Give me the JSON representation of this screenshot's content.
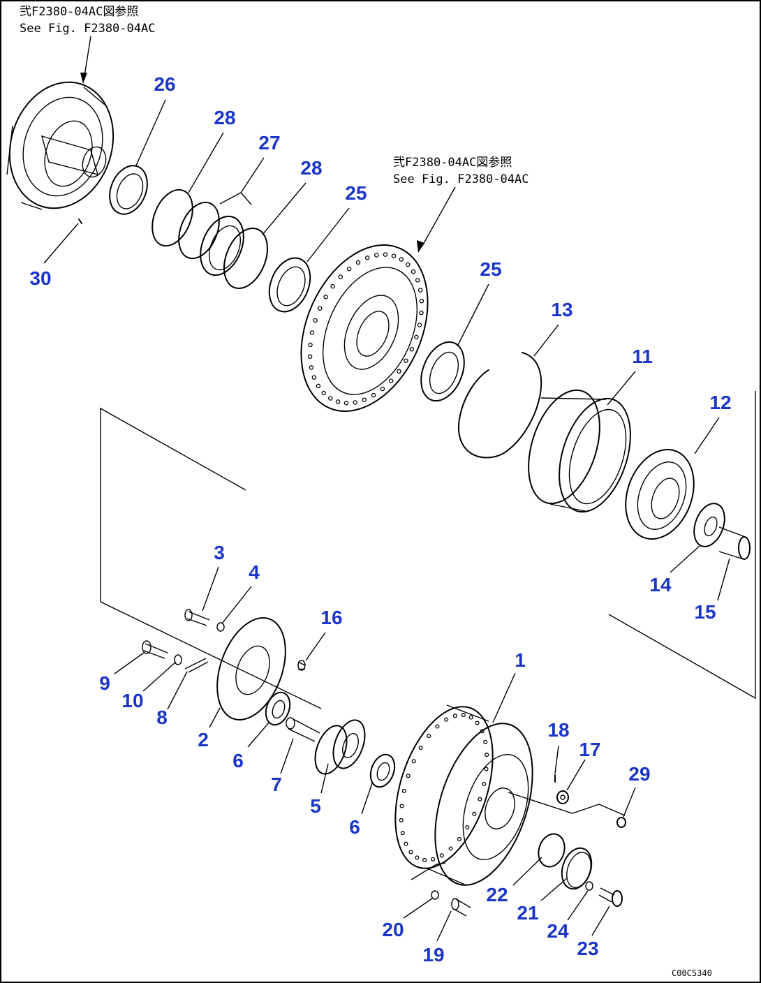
{
  "references": {
    "top_left_jp": "弐F2380-04AC図参照",
    "top_left_en": "See Fig. F2380-04AC",
    "center_jp": "弐F2380-04AC図参照",
    "center_en": "See Fig. F2380-04AC"
  },
  "drawing_code": "C00C5340",
  "parts": {
    "p1": "1",
    "p2": "2",
    "p3": "3",
    "p4": "4",
    "p5": "5",
    "p6a": "6",
    "p6b": "6",
    "p7": "7",
    "p8": "8",
    "p9": "9",
    "p10": "10",
    "p11": "11",
    "p12": "12",
    "p13": "13",
    "p14": "14",
    "p15": "15",
    "p16": "16",
    "p17": "17",
    "p18": "18",
    "p19": "19",
    "p20": "20",
    "p21": "21",
    "p22": "22",
    "p23": "23",
    "p24": "24",
    "p25a": "25",
    "p25b": "25",
    "p26": "26",
    "p27": "27",
    "p28a": "28",
    "p28b": "28",
    "p29": "29",
    "p30": "30"
  }
}
